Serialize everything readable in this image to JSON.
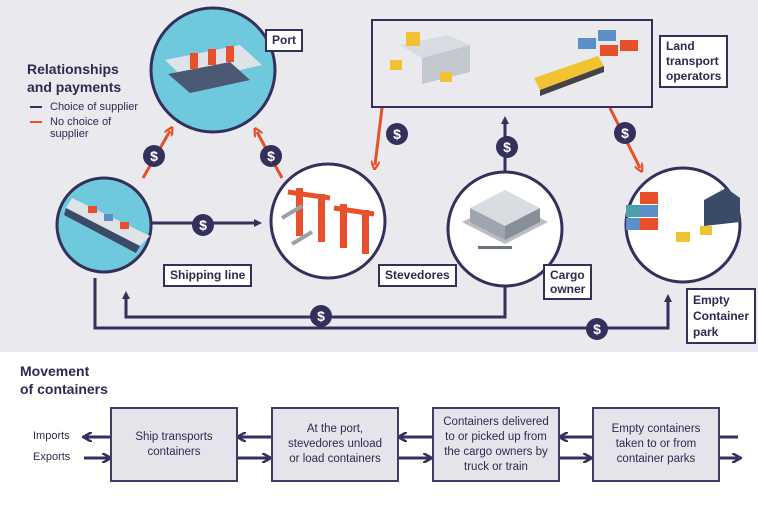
{
  "legend": {
    "title_line1": "Relationships",
    "title_line2": "and payments",
    "choice": "Choice of supplier",
    "no_choice_line1": "No choice of",
    "no_choice_line2": "supplier",
    "choice_color": "#33305c",
    "no_choice_color": "#e8502a"
  },
  "nodes": {
    "port": "Port",
    "shipping_line": "Shipping line",
    "stevedores": "Stevedores",
    "cargo_owner_line1": "Cargo",
    "cargo_owner_line2": "owner",
    "land_line1": "Land",
    "land_line2": "transport",
    "land_line3": "operators",
    "empty_line1": "Empty",
    "empty_line2": "Container",
    "empty_line3": "park"
  },
  "payment_symbol": "$",
  "movement": {
    "title_line1": "Movement",
    "title_line2": "of containers",
    "imports": "Imports",
    "exports": "Exports",
    "boxes": [
      [
        "Ship transports",
        "containers"
      ],
      [
        "At the port,",
        "stevedores unload",
        "or load containers"
      ],
      [
        "Containers delivered",
        "to or picked up from",
        "the cargo owners by",
        "truck or train"
      ],
      [
        "Empty containers",
        "taken to or from",
        "container parks"
      ]
    ]
  }
}
